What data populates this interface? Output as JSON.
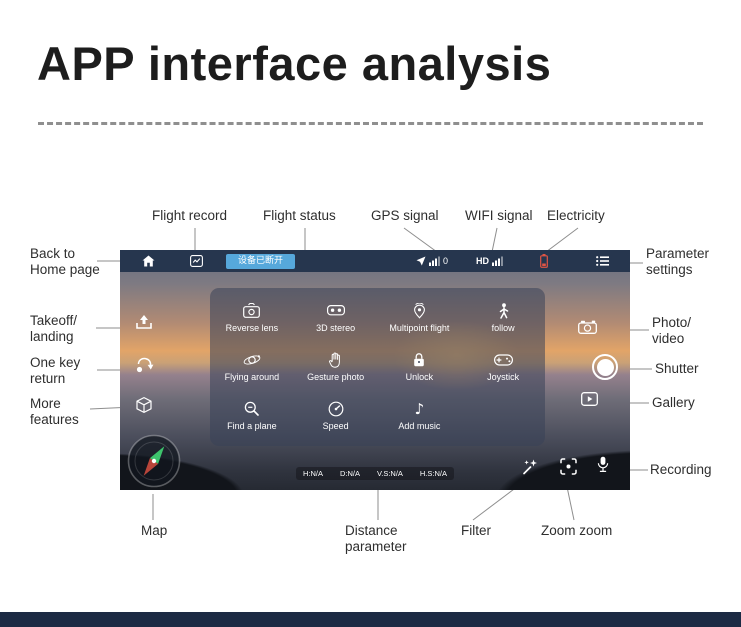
{
  "title": "APP interface analysis",
  "callouts": {
    "top": [
      {
        "label": "Flight record"
      },
      {
        "label": "Flight status"
      },
      {
        "label": "GPS signal"
      },
      {
        "label": "WIFI signal"
      },
      {
        "label": "Electricity"
      }
    ],
    "left": [
      {
        "line1": "Back to",
        "line2": "Home page"
      },
      {
        "line1": "Takeoff/",
        "line2": "landing"
      },
      {
        "line1": "One key",
        "line2": "return"
      },
      {
        "line1": "More",
        "line2": "features"
      }
    ],
    "right": [
      {
        "line1": "Parameter",
        "line2": "settings"
      },
      {
        "line1": "Photo/",
        "line2": "video"
      },
      {
        "line1": "Shutter",
        "line2": ""
      },
      {
        "line1": "Gallery",
        "line2": ""
      },
      {
        "line1": "Recording",
        "line2": ""
      }
    ],
    "bottom": [
      {
        "line1": "Map",
        "line2": ""
      },
      {
        "line1": "Distance",
        "line2": "parameter"
      },
      {
        "line1": "Filter",
        "line2": ""
      },
      {
        "line1": "Zoom zoom",
        "line2": ""
      }
    ]
  },
  "app": {
    "statusbar": {
      "device_status": "设备已断开",
      "gps_value": "0",
      "hd_label": "HD"
    },
    "menu_rows": [
      [
        {
          "label": "Reverse lens"
        },
        {
          "label": "3D stereo"
        },
        {
          "label": "Multipoint flight"
        },
        {
          "label": "follow"
        }
      ],
      [
        {
          "label": "Flying around"
        },
        {
          "label": "Gesture photo"
        },
        {
          "label": "Unlock"
        },
        {
          "label": "Joystick"
        }
      ],
      [
        {
          "label": "Find a plane"
        },
        {
          "label": "Speed"
        },
        {
          "label": "Add music"
        }
      ]
    ],
    "telemetry": [
      {
        "label": "H:N/A"
      },
      {
        "label": "D:N/A"
      },
      {
        "label": "V.S:N/A"
      },
      {
        "label": "H.S:N/A"
      }
    ],
    "music_glyph": "♪"
  },
  "colors": {
    "device_chip_blue": "#56a8db",
    "statusbar_navy": "#26364e",
    "footer_navy": "#1c2a44",
    "battery_red": "#e05545",
    "compass_green": "#3ec46d",
    "compass_red": "#b8453a"
  }
}
